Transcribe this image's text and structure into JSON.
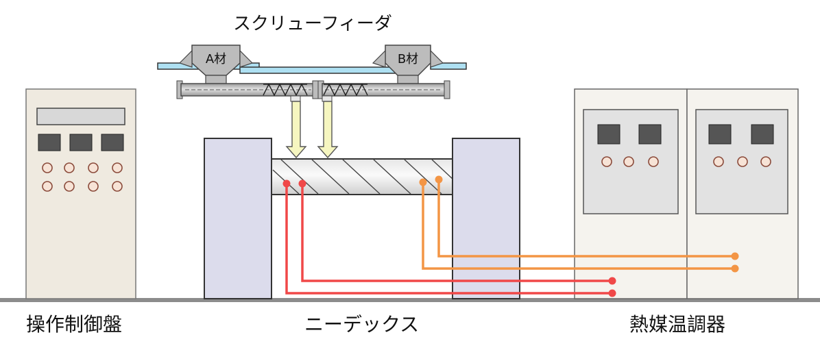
{
  "labels": {
    "screw_feeder": "スクリューフィーダ",
    "control_panel": "操作制御盤",
    "kneadex": "ニーデックス",
    "heat_medium_controller": "熱媒温調器"
  },
  "hoppers": {
    "a": "A材",
    "b": "B材"
  },
  "colors": {
    "cabinet": "#efeae0",
    "cabinet_right": "#f5f3ee",
    "display": "#555555",
    "knob": "#f7e3d6",
    "knob_stroke": "#8a4a3a",
    "kneader_block": "#dcdcec",
    "rail": "#aee0f2",
    "feeder_gray": "#bcbcbc",
    "feed_arrow": "#f6f6c0",
    "red_line": "#f04848",
    "orange_line": "#f39545",
    "floor": "#8c8c8c"
  }
}
